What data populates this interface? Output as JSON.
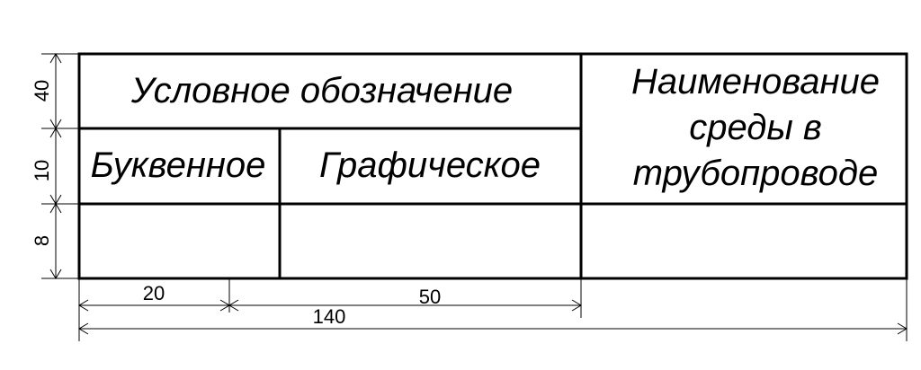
{
  "table": {
    "header_symbol": "Условное обозначение",
    "header_letter": "Буквенное",
    "header_graphic": "Графическое",
    "header_name_line1": "Наименование",
    "header_name_line2": "среды в",
    "header_name_line3": "трубопроводе"
  },
  "dimensions": {
    "row1_height": "40",
    "row2_height": "10",
    "row3_height": "8",
    "col1_width": "20",
    "col2_width": "50",
    "total_width": "140"
  },
  "colors": {
    "line": "#000000",
    "background": "#ffffff"
  }
}
